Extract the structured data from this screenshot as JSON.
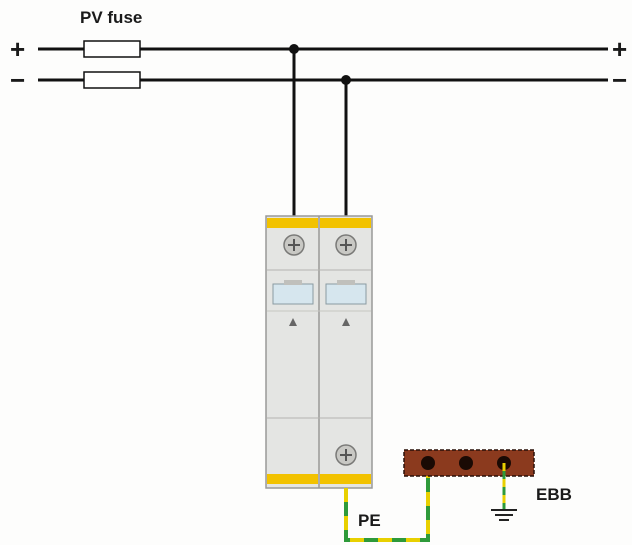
{
  "labels": {
    "fuse": "PV fuse",
    "positive": "+",
    "negative": "−",
    "protective_earth": "PE",
    "bonding_bar": "EBB"
  },
  "colors": {
    "conductor": "#111111",
    "module_body": "#e4e5e3",
    "module_edge": "#9a9a98",
    "module_accent": "#f2c200",
    "terminal": "#c8c8c4",
    "window": "#d6e6ee",
    "busbar": "#8b3a1e",
    "pe_green": "#2e9a3a",
    "pe_yellow": "#e8d000"
  },
  "icons": {
    "fuse": "fuse-symbol",
    "terminal": "screw-terminal-icon",
    "ground": "ground-icon"
  }
}
